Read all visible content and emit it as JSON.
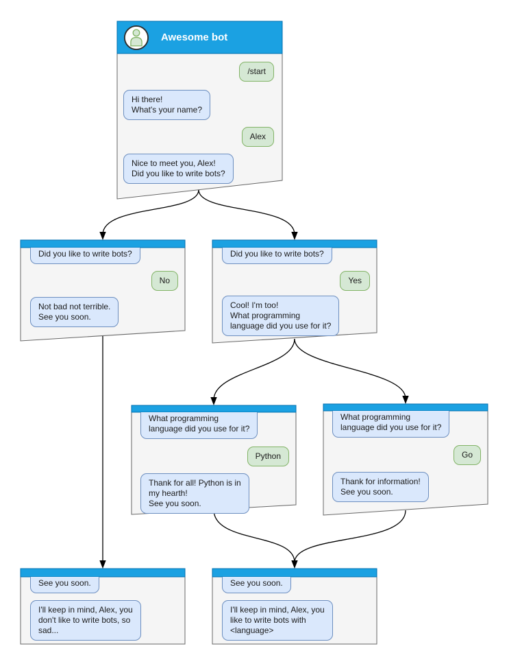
{
  "diagram": {
    "colors": {
      "header_fill": "#1ba1e2",
      "header_border": "#006eaf",
      "window_fill": "#f5f5f5",
      "window_border": "#666666",
      "bot_bubble_fill": "#dae8fc",
      "bot_bubble_border": "#6c8ebf",
      "user_bubble_fill": "#d5e8d4",
      "user_bubble_border": "#82b366",
      "connector": "#000000",
      "title_text": "#ffffff",
      "avatar_fill": "#d5e8d4",
      "avatar_stroke": "#82b366"
    },
    "windows": [
      {
        "name": "main-chat",
        "title": "Awesome bot",
        "messages": [
          {
            "side": "user",
            "text": "/start"
          },
          {
            "side": "bot",
            "text": "Hi there!\nWhat's your name?"
          },
          {
            "side": "user",
            "text": "Alex"
          },
          {
            "side": "bot",
            "text": "Nice to meet you, Alex!\nDid you like to write bots?"
          }
        ]
      },
      {
        "name": "branch-no",
        "messages": [
          {
            "side": "bot",
            "text": "Did you like to write bots?"
          },
          {
            "side": "user",
            "text": "No"
          },
          {
            "side": "bot",
            "text": "Not bad not terrible.\nSee you soon."
          }
        ]
      },
      {
        "name": "branch-yes",
        "messages": [
          {
            "side": "bot",
            "text": "Did you like to write bots?"
          },
          {
            "side": "user",
            "text": "Yes"
          },
          {
            "side": "bot",
            "text": "Cool! I'm too!\nWhat programming\nlanguage did you use for it?"
          }
        ]
      },
      {
        "name": "branch-python",
        "messages": [
          {
            "side": "bot",
            "text": "What programming\nlanguage did you use for it?"
          },
          {
            "side": "user",
            "text": "Python"
          },
          {
            "side": "bot",
            "text": "Thank for all! Python is in\nmy hearth!\nSee you soon."
          }
        ]
      },
      {
        "name": "branch-go",
        "messages": [
          {
            "side": "bot",
            "text": "What programming\nlanguage did you use for it?"
          },
          {
            "side": "user",
            "text": "Go"
          },
          {
            "side": "bot",
            "text": "Thank for information!\nSee you soon."
          }
        ]
      },
      {
        "name": "end-no",
        "messages": [
          {
            "side": "bot",
            "text": "See you soon."
          },
          {
            "side": "bot",
            "text": "I'll keep in mind, Alex, you\ndon't like to write bots, so\nsad..."
          }
        ]
      },
      {
        "name": "end-yes",
        "messages": [
          {
            "side": "bot",
            "text": "See you soon."
          },
          {
            "side": "bot",
            "text": "I'll keep in mind, Alex, you\nlike to write bots with\n<language>"
          }
        ]
      }
    ]
  }
}
